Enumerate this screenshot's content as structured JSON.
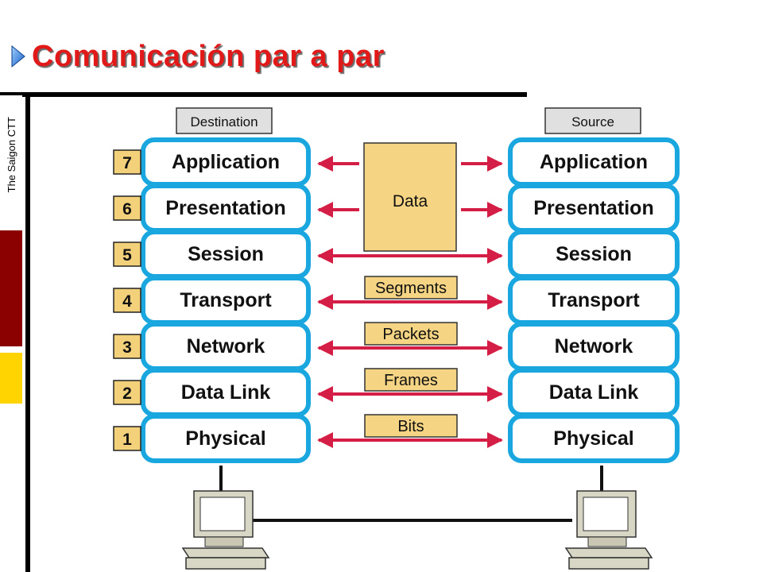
{
  "slide": {
    "title": "Comunicación par a par",
    "side_label": "The Saigon CTT"
  },
  "diagram": {
    "left_header": "Destination",
    "right_header": "Source",
    "layers": [
      {
        "number": "7",
        "name": "Application"
      },
      {
        "number": "6",
        "name": "Presentation"
      },
      {
        "number": "5",
        "name": "Session"
      },
      {
        "number": "4",
        "name": "Transport"
      },
      {
        "number": "3",
        "name": "Network"
      },
      {
        "number": "2",
        "name": "Data Link"
      },
      {
        "number": "1",
        "name": "Physical"
      }
    ],
    "pdu_data": "Data",
    "pdus": [
      "Segments",
      "Packets",
      "Frames",
      "Bits"
    ]
  },
  "colors": {
    "title": "#e11919",
    "layer_border": "#1aa7e0",
    "arrow": "#d41e45",
    "pdu_fill": "#f5d483",
    "number_fill": "#f2d17a",
    "header_fill": "#e0e0e0",
    "computer": "#d8d6c4"
  }
}
